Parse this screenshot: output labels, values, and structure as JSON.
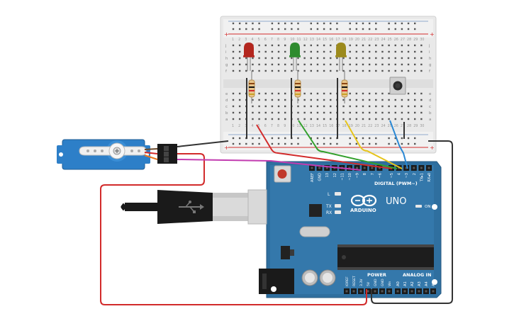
{
  "breadboard": {
    "row_letters_top": [
      "j",
      "i",
      "h",
      "g",
      "f"
    ],
    "row_letters_bottom": [
      "e",
      "d",
      "c",
      "b",
      "a"
    ],
    "column_numbers": [
      "1",
      "2",
      "3",
      "4",
      "5",
      "6",
      "7",
      "8",
      "9",
      "10",
      "11",
      "12",
      "13",
      "14",
      "15",
      "16",
      "17",
      "18",
      "19",
      "20",
      "21",
      "22",
      "23",
      "24",
      "25",
      "26",
      "27",
      "28",
      "29",
      "30"
    ],
    "rail_plus": "+",
    "rail_minus": "-",
    "leds": [
      {
        "color_name": "red",
        "color": "#b3261e"
      },
      {
        "color_name": "green",
        "color": "#2e8b2e"
      },
      {
        "color_name": "yellow",
        "color": "#9c8a1c"
      }
    ],
    "pushbutton": "pushbutton-icon"
  },
  "arduino": {
    "brand": "ARDUINO",
    "model": "UNO",
    "digital_label": "DIGITAL (PWM~)",
    "power_label": "POWER",
    "analog_label": "ANALOG IN",
    "on_label": "ON",
    "tx_label": "TX",
    "rx_label": "RX",
    "l_label": "L",
    "top_pins": [
      "AREF",
      "GND",
      "13",
      "12",
      "~11",
      "~10",
      "~9",
      "8",
      "7",
      "~6",
      "~5",
      "4",
      "~3",
      "2",
      "TX▸1",
      "RX◂0"
    ],
    "power_pins": [
      "IOREF",
      "RESET",
      "3.3V",
      "5V",
      "GND",
      "GND",
      "Vin"
    ],
    "analog_pins": [
      "A0",
      "A1",
      "A2",
      "A3",
      "A4",
      "A5"
    ],
    "board_color": "#2f6f9f"
  },
  "servo": {
    "icon": "servo-icon",
    "body_color": "#2d7fc8"
  },
  "usb_cable": {
    "icon": "usb-icon"
  },
  "wire_colors": {
    "red": "#d22b2b",
    "green": "#33a02c",
    "yellow": "#e6c41a",
    "blue": "#2a88d4",
    "orange": "#e8731c",
    "magenta": "#c23cb0",
    "black": "#333333"
  }
}
